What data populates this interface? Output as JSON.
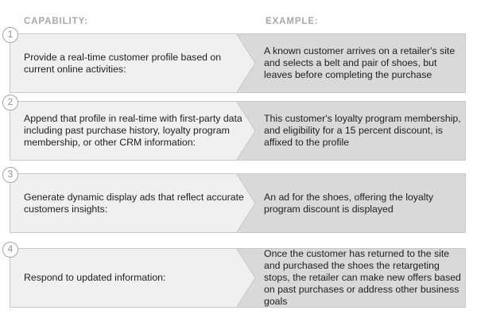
{
  "headers": {
    "capability": "CAPABILITY:",
    "example": "EXAMPLE:"
  },
  "colors": {
    "capability_fill": "#f0f0f0",
    "example_fill": "#d9d9d9",
    "border": "#c8c8c8",
    "header_text": "#a8a8a8"
  },
  "rows": [
    {
      "number": "1",
      "capability": "Provide a real-time customer profile based on current online activities:",
      "example": "A known customer arrives on a retailer's site and selects a belt and pair of shoes, but leaves before completing the purchase"
    },
    {
      "number": "2",
      "capability": "Append that profile in real-time with first-party data including past purchase history, loyalty program membership, or other CRM information:",
      "example": "This customer's loyalty program membership, and eligibility for a 15 percent discount, is affixed to the profile"
    },
    {
      "number": "3",
      "capability": "Generate dynamic display ads that reflect accurate customers insights:",
      "example": "An ad for the shoes, offering the loyalty program discount is displayed"
    },
    {
      "number": "4",
      "capability": "Respond to updated information:",
      "example": "Once the customer has returned to the site and purchased the shoes the retargeting stops, the retailer can make new offers based on past purchases or address other business goals"
    }
  ]
}
